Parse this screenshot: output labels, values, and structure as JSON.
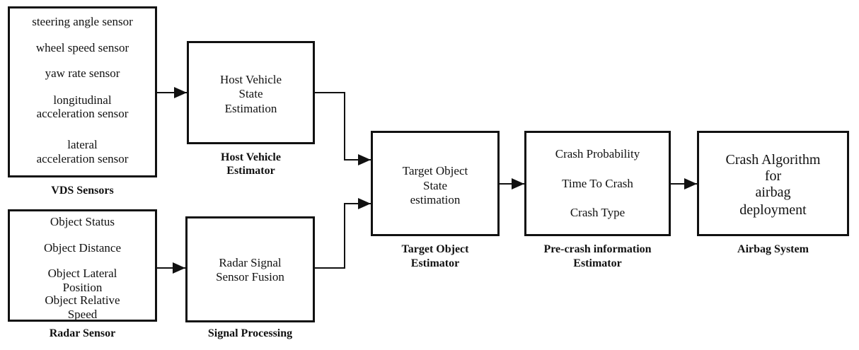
{
  "vds": {
    "items": [
      "steering angle sensor",
      "wheel speed sensor",
      "yaw rate sensor",
      "longitudinal",
      "acceleration sensor",
      "lateral",
      "acceleration sensor"
    ],
    "caption": "VDS Sensors"
  },
  "radar": {
    "items": [
      "Object Status",
      "Object Distance",
      "Object Lateral",
      "Position",
      "Object  Relative",
      "Speed"
    ],
    "caption": "Radar Sensor"
  },
  "host": {
    "lines": [
      "Host Vehicle",
      "State",
      "Estimation"
    ],
    "caption": [
      "Host Vehicle",
      "Estimator"
    ]
  },
  "signal": {
    "lines": [
      "Radar Signal",
      "Sensor Fusion"
    ],
    "caption": "Signal Processing"
  },
  "target": {
    "lines": [
      "Target Object",
      "State",
      "estimation"
    ],
    "caption": [
      "Target Object",
      "Estimator"
    ]
  },
  "precrash": {
    "items": [
      "Crash Probability",
      "Time To Crash",
      "Crash Type"
    ],
    "caption": [
      "Pre-crash information",
      "Estimator"
    ]
  },
  "airbag": {
    "lines": [
      "Crash Algorithm",
      "for",
      "airbag",
      "deployment"
    ],
    "caption": "Airbag System"
  }
}
